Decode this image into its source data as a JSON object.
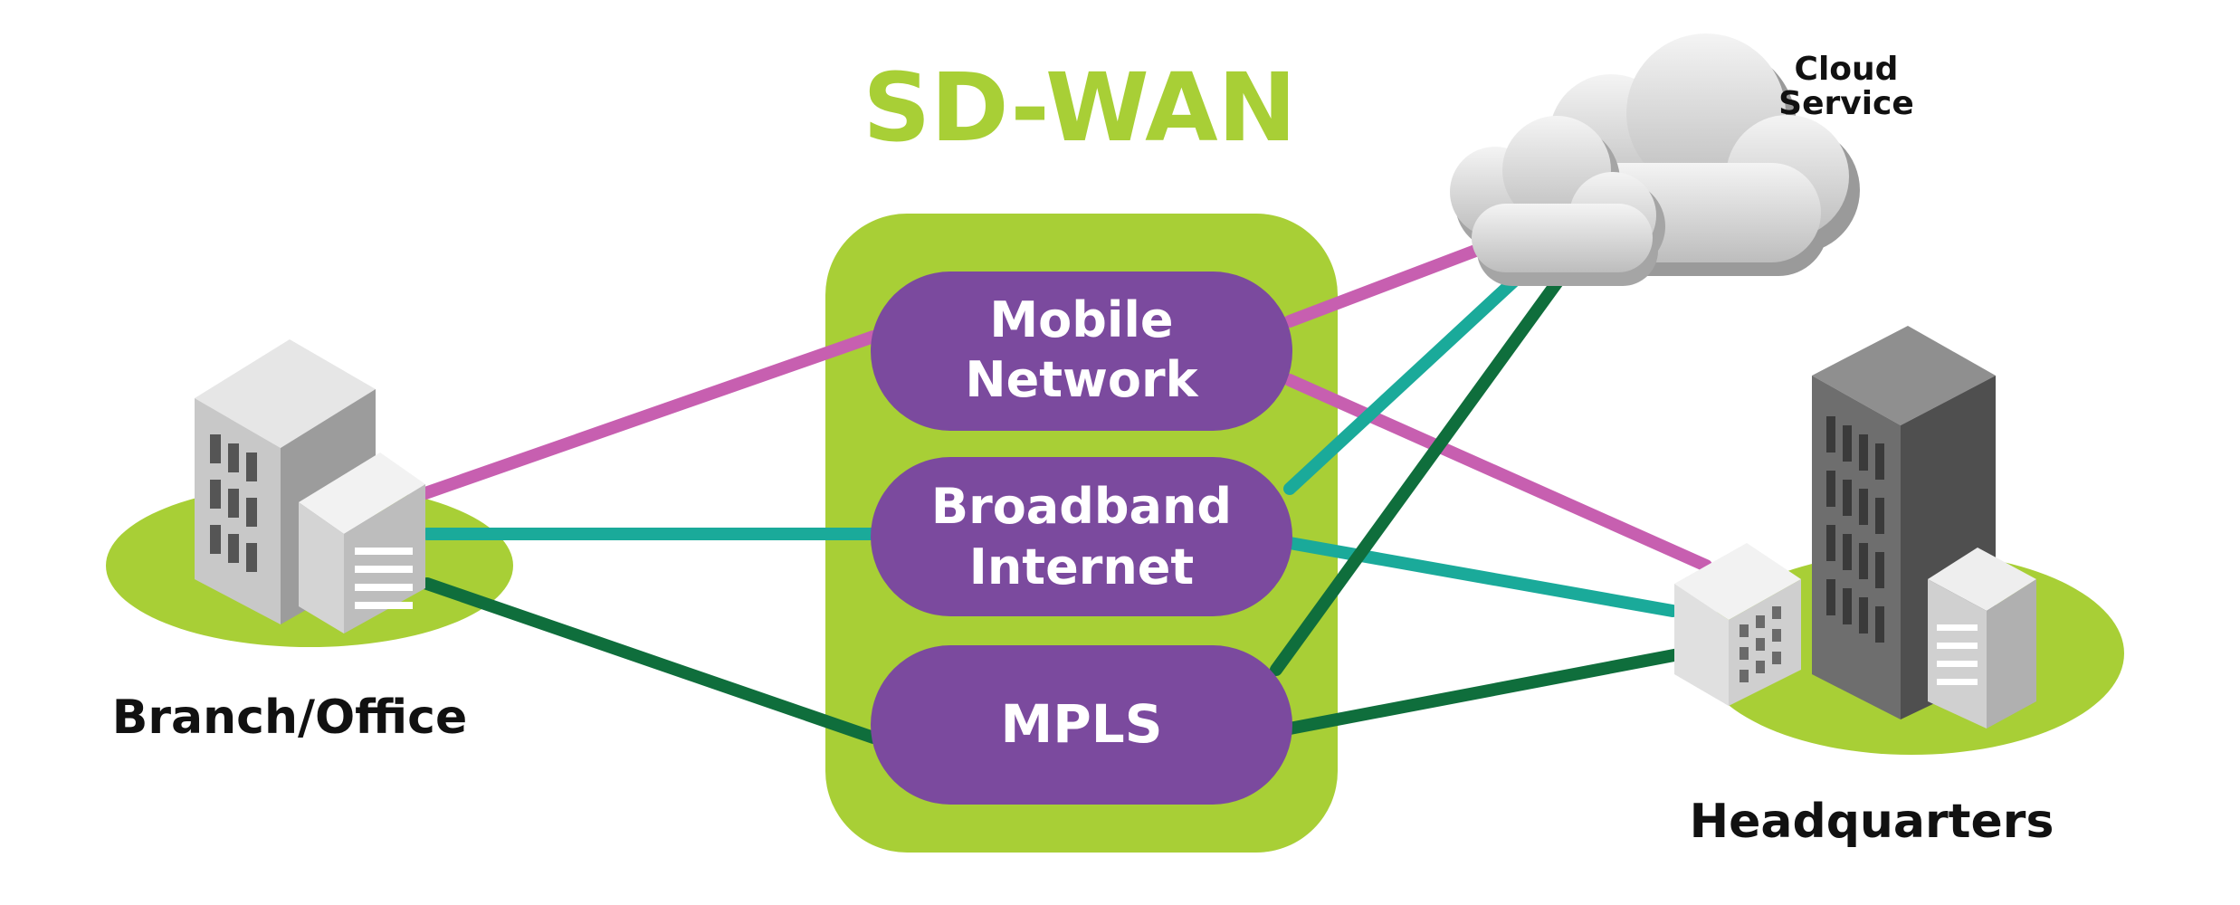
{
  "title": "SD-WAN",
  "links": [
    {
      "name": "Mobile Network",
      "lines": [
        "Mobile",
        "Network"
      ]
    },
    {
      "name": "Broadband Internet",
      "lines": [
        "Broadband",
        "Internet"
      ]
    },
    {
      "name": "MPLS",
      "lines": [
        "MPLS"
      ]
    }
  ],
  "sites": {
    "branch": "Branch/Office",
    "hq": "Headquarters",
    "cloud_line1": "Cloud",
    "cloud_line2": "Service"
  },
  "colors": {
    "lime": "#a8cf36",
    "purple": "#7b4a9e",
    "mobile_line": "#c75fb0",
    "broadband_line": "#1aaa9a",
    "mpls_line": "#0f6e3c"
  }
}
